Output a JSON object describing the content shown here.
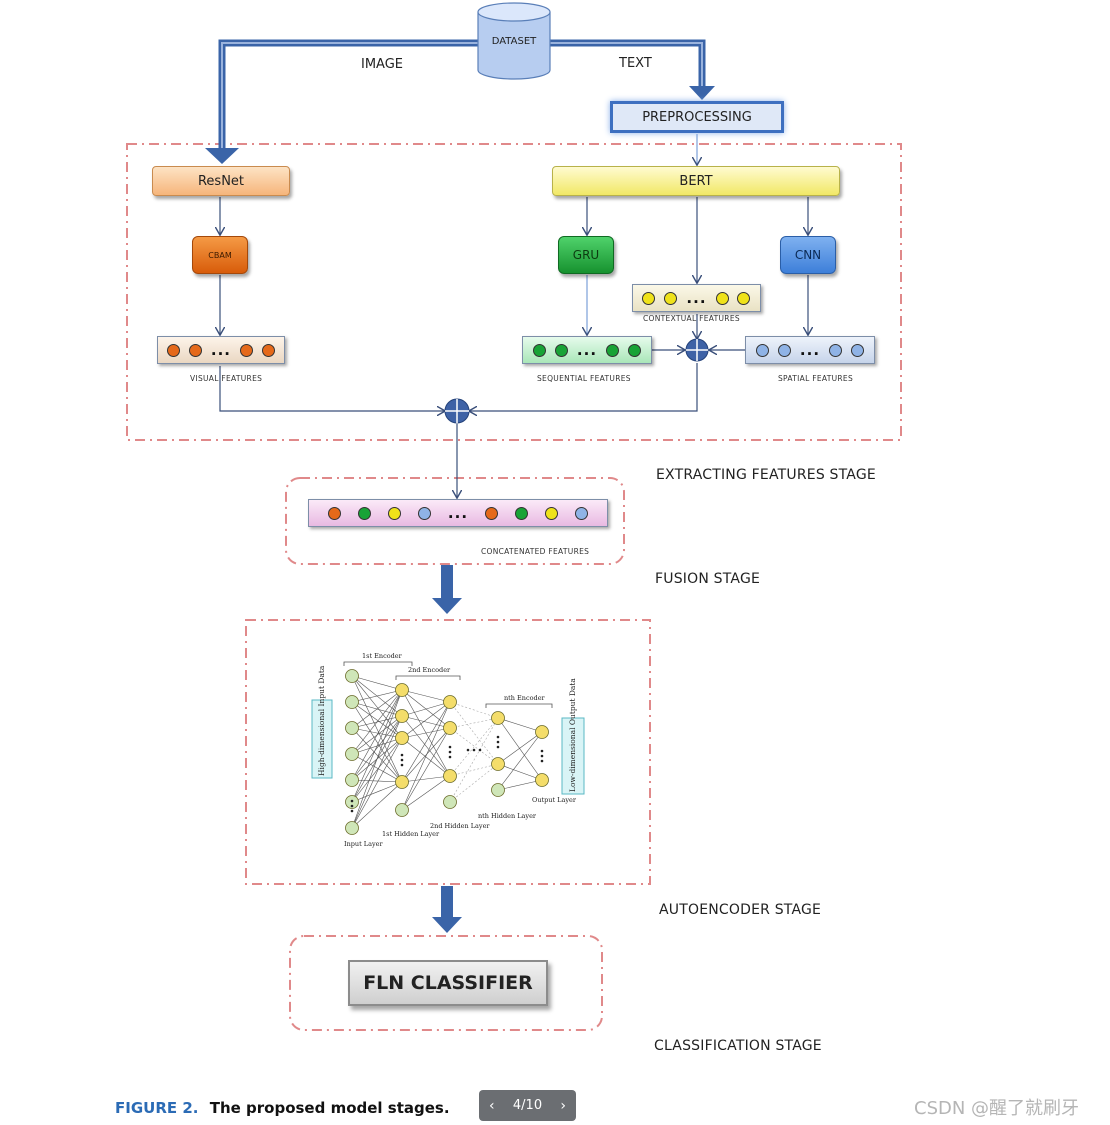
{
  "diagram": {
    "dataset": "DATASET",
    "image_label": "IMAGE",
    "text_label": "TEXT",
    "preprocessing": "PREPROCESSING",
    "resnet": "ResNet",
    "bert": "BERT",
    "cbam": "CBAM",
    "gru": "GRU",
    "cnn": "CNN",
    "contextual_features": "CONTEXTUAL FEATURES",
    "visual_features": "VISUAL FEATURES",
    "sequential_features": "SEQUENTIAL FEATURES",
    "spatial_features": "SPATIAL FEATURES",
    "concatenated_features": "CONCATENATED FEATURES",
    "ellipsis": "...",
    "fln_classifier": "FLN CLASSIFIER"
  },
  "stages": {
    "extracting": "EXTRACTING FEATURES STAGE",
    "fusion": "FUSION STAGE",
    "autoencoder": "AUTOENCODER STAGE",
    "classification": "CLASSIFICATION STAGE"
  },
  "autoencoder": {
    "encoder1": "1st Encoder",
    "encoder2": "2nd Encoder",
    "encoderN": "nth Encoder",
    "input_side": "High-dimensional Input Data",
    "output_side": "Low-dimensional Output Data",
    "input_layer": "Input Layer",
    "hidden1": "1st Hidden Layer",
    "hidden2": "2nd Hidden Layer",
    "hiddenN": "nth Hidden Layer",
    "output_layer": "Output Layer"
  },
  "colors": {
    "arrow_blue": "#3a64a8",
    "stage_border": "#e0898a",
    "orange": "#e5691a",
    "green": "#18a336",
    "yellow": "#efe21a",
    "blue": "#8fb3e6",
    "caption_blue": "#2b6bb5"
  },
  "caption": {
    "figure_label": "FIGURE 2.",
    "text": "The proposed model stages."
  },
  "pager": {
    "prev_icon": "chevron-left-icon",
    "next_icon": "chevron-right-icon",
    "page": "4/10"
  },
  "watermark": "CSDN @醒了就刷牙"
}
